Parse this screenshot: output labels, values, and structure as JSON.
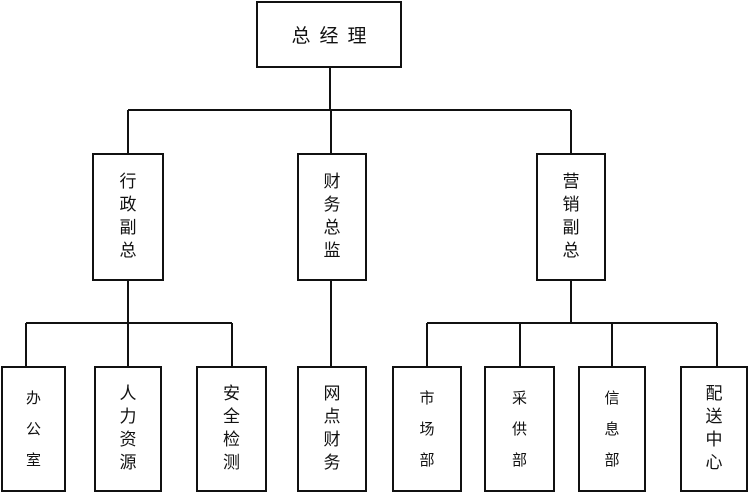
{
  "root": {
    "label": "总经理"
  },
  "branches": [
    {
      "label": "行政副总",
      "children": [
        "办公室",
        "人力资源",
        "安全检测"
      ]
    },
    {
      "label": "财务总监",
      "children": [
        "网点财务"
      ]
    },
    {
      "label": "营销副总",
      "children": [
        "市场部",
        "采供部",
        "信息部",
        "配送中心"
      ]
    }
  ]
}
